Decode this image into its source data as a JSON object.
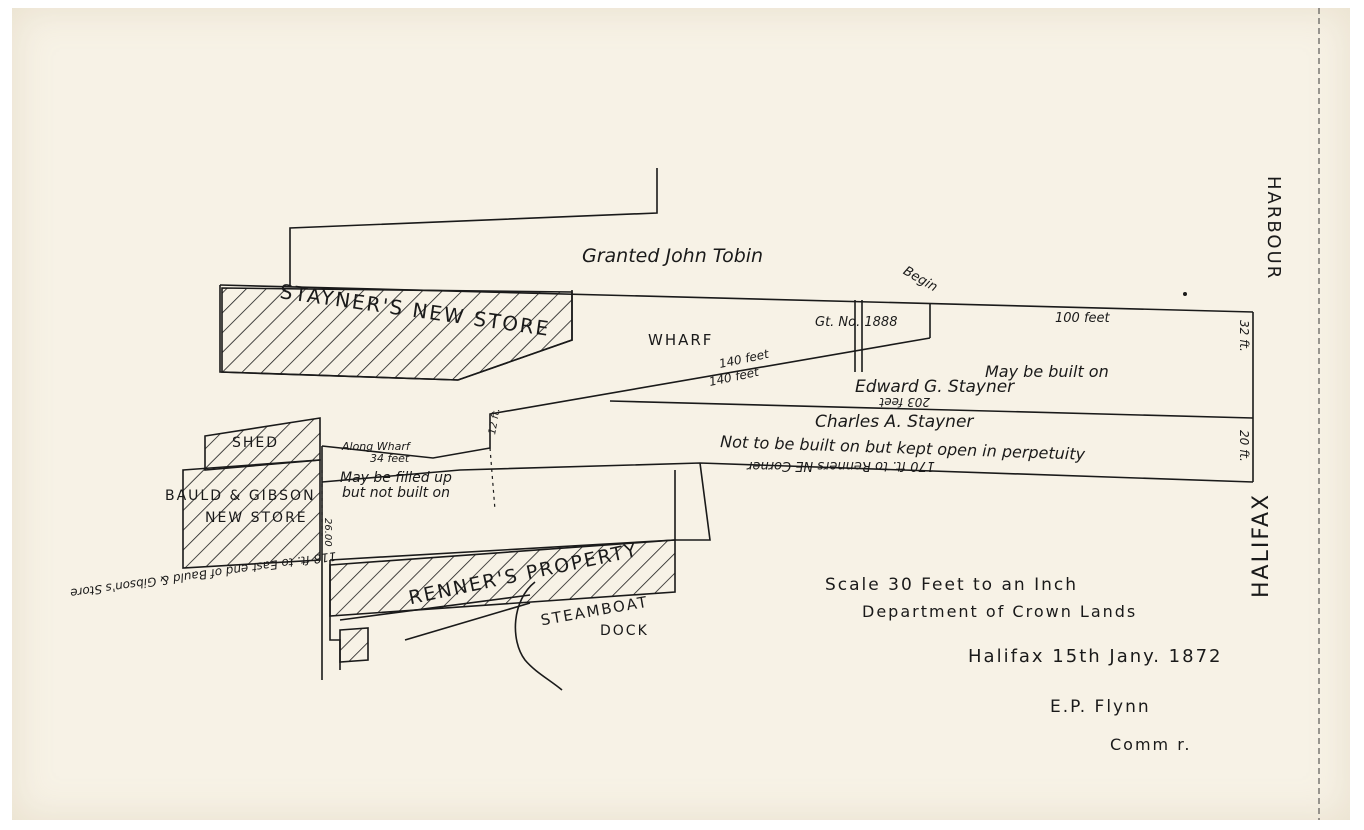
{
  "labels": {
    "granted": "Granted John Tobin",
    "stayners_store": "STAYNER'S NEW STORE",
    "wharf": "WHARF",
    "gt_no": "Gt. No. 1888",
    "begin": "Begin",
    "feet_100": "100 feet",
    "feet_32": "32 ft.",
    "feet_20": "20 ft.",
    "may_be_built": "May be built on",
    "edward": "Edward G. Stayner",
    "feet_140_a": "140 feet",
    "feet_140_b": "140 feet",
    "feet_203": "203 feet",
    "charles": "Charles A. Stayner",
    "not_built": "Not to be built on but kept open in perpetuity",
    "to_renners": "170 ft. to Renners NE Corner",
    "shed": "SHED",
    "along_wharf": "Along Wharf",
    "feet_34": "34 feet",
    "feet_12": "12 ft.",
    "bauld_gibson": "BAULD & GIBSON",
    "new_store": "NEW STORE",
    "may_be_filled": "May be filled up",
    "not_built_short": "but not built on",
    "feet_26": "26.00",
    "feet_118": "118 ft. to East end of Bauld & Gibson's Store",
    "renners": "RENNER'S PROPERTY",
    "steamboat": "STEAMBOAT",
    "dock": "DOCK",
    "harbour": "HARBOUR",
    "halifax_side": "HALIFAX"
  },
  "title_block": {
    "scale": "Scale 30 Feet to an Inch",
    "department": "Department of Crown Lands",
    "place_date": "Halifax 15th Jany. 1872",
    "signature": "E.P. Flynn",
    "title": "Comm r."
  }
}
